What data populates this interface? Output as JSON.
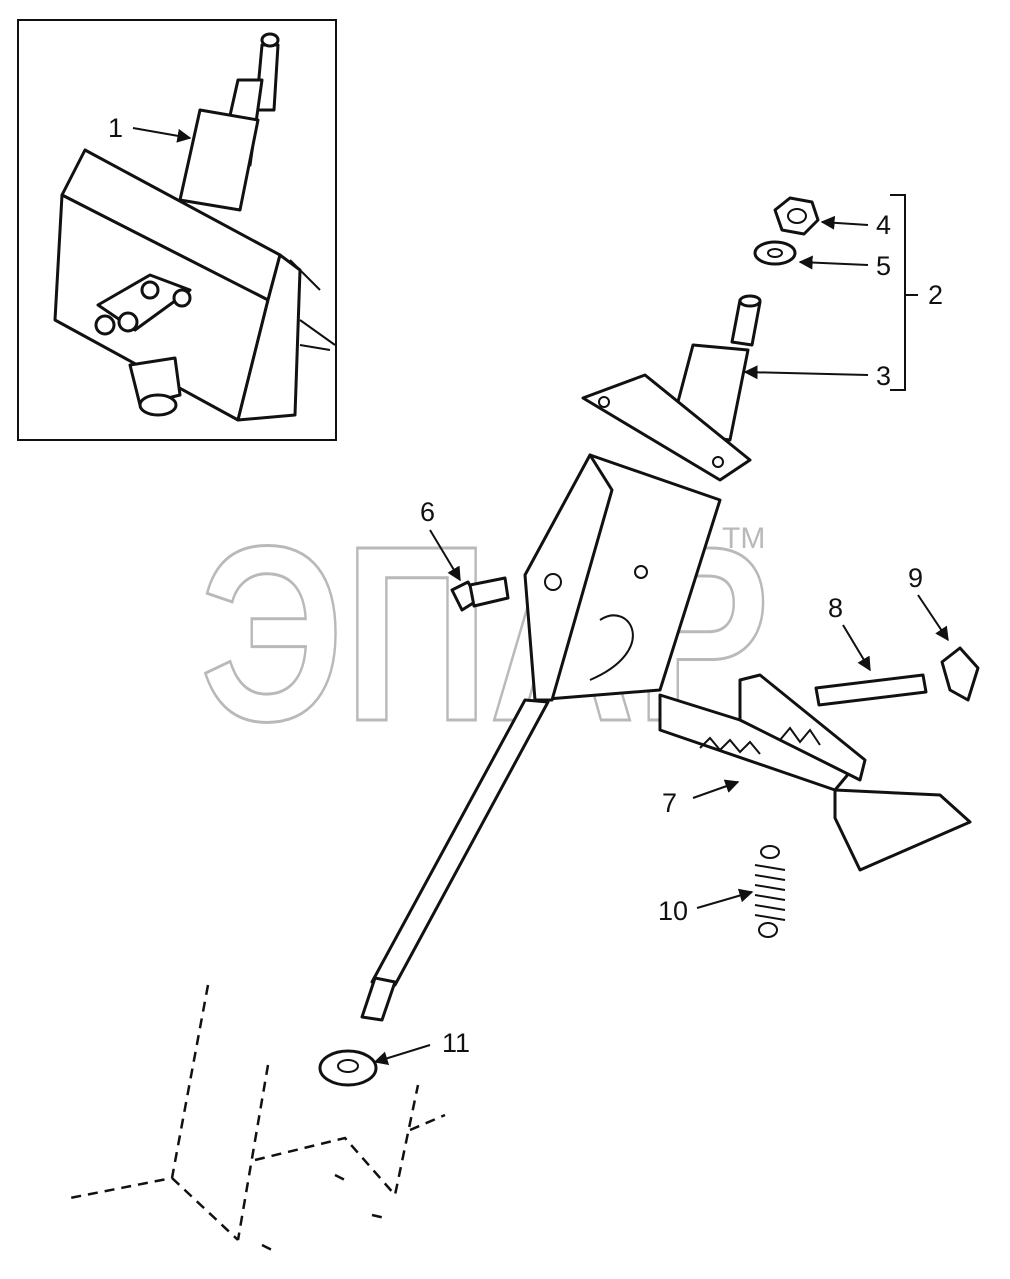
{
  "watermark": {
    "text": "ЭПАР",
    "trademark": "TM"
  },
  "callouts": [
    "1",
    "2",
    "3",
    "4",
    "5",
    "6",
    "7",
    "8",
    "9",
    "10",
    "11"
  ]
}
